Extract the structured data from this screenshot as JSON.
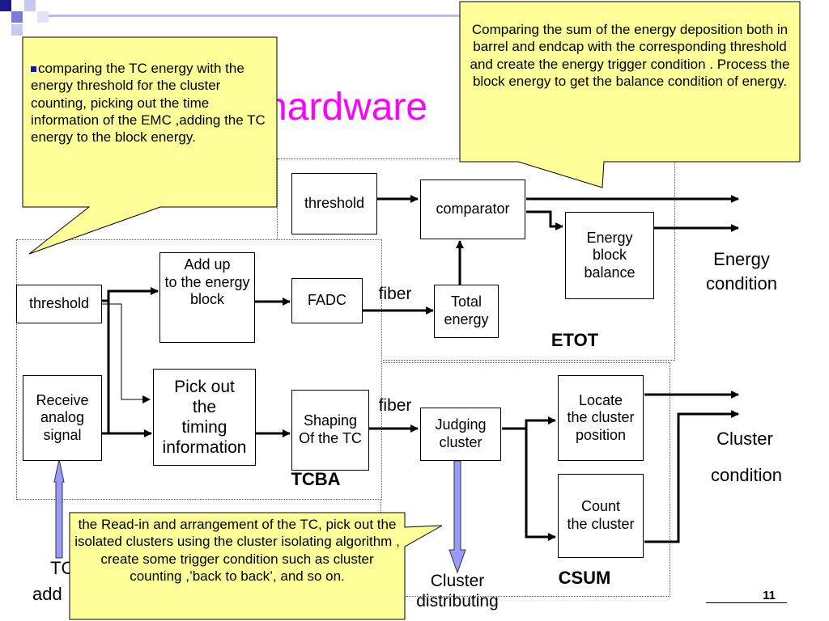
{
  "colors": {
    "accent_navy": "#1a1a8c",
    "accent_blue": "#7b7bd6",
    "title_magenta": "#ff00ff",
    "callout_fill": "#ffff99",
    "arrow_fill": "#9999ff"
  },
  "slide": {
    "title_fragment": "hardware",
    "page_number": "11"
  },
  "etot": {
    "threshold": "threshold",
    "comparator": "comparator",
    "energy_block_balance": "Energy\n block\nbalance",
    "total_energy": "Total\nenergy",
    "label": "ETOT",
    "output_label": "Energy\ncondition"
  },
  "tcba": {
    "threshold": "threshold",
    "receive_analog_signal": "Receive\nanalog\nsignal",
    "add_up": "Add up\nto the energy\nblock",
    "pick_out_timing": "Pick out\nthe\ntiming\ninformation",
    "fadc": "FADC",
    "shaping": "Shaping\nOf the TC",
    "label": "TCBA"
  },
  "links": {
    "fiber_top": "fiber",
    "fiber_bottom": "fiber"
  },
  "csum": {
    "judging_cluster": "Judging\ncluster",
    "locate_cluster": "Locate\nthe cluster\nposition",
    "count_cluster": "Count\nthe cluster",
    "label": "CSUM",
    "output_label_1": "Cluster",
    "output_label_2": "condition",
    "distributing_label": "Cluster\ndistributing"
  },
  "bottom_left_partial": {
    "line1": "TC",
    "line2": "add"
  },
  "callouts": {
    "top_left": "comparing the TC energy with the energy threshold for the cluster counting, picking out the time information of the EMC ,adding the TC energy  to  the block energy.",
    "top_right": "Comparing the sum of the energy deposition both in barrel and endcap with the corresponding threshold  and create the energy trigger condition . Process the block energy to get the balance condition of energy.",
    "bottom": "the Read-in and arrangement of the TC, pick out the isolated clusters using the cluster isolating algorithm , create some trigger condition such as cluster counting ,’back to back’, and so on."
  }
}
